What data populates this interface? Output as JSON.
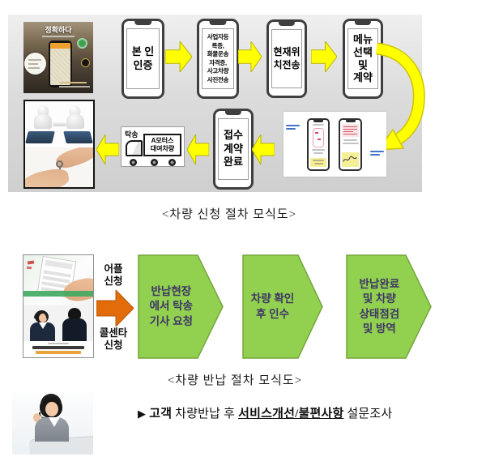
{
  "top_flow": {
    "caption": "<차량 신청 절차 모식도>",
    "poster_title": "정확하다",
    "steps": [
      {
        "lines": [
          "본 인",
          "인증"
        ]
      },
      {
        "lines": [
          "사업자등",
          "록증,",
          "화물운송",
          "자격증,",
          "사고차량",
          "사진전송"
        ]
      },
      {
        "lines": [
          "현재위",
          "치전송"
        ]
      },
      {
        "lines": [
          "메뉴",
          "선택",
          "및",
          "계약"
        ]
      },
      {
        "lines": [
          "접수",
          "계약",
          "완료"
        ]
      }
    ],
    "truck": {
      "tag": "탁송",
      "lines": [
        "A모터스",
        "대여차량"
      ]
    }
  },
  "return_flow": {
    "caption": "<차량 반납 절차 모식도>",
    "app_label": {
      "lines": [
        "어플",
        "신청"
      ]
    },
    "call_label": {
      "lines": [
        "콜센타",
        "신청"
      ]
    },
    "steps": [
      {
        "lines": [
          "반납현장",
          "에서 탁송",
          "기사 요청"
        ]
      },
      {
        "lines": [
          "차량 확인",
          "후 인수"
        ]
      },
      {
        "lines": [
          "반납완료",
          "및 차량",
          "상태점검",
          "및 방역"
        ]
      }
    ]
  },
  "survey": {
    "bullet": "▶",
    "segments": [
      {
        "text": "고객"
      },
      {
        "text": " 차량반납 후 "
      },
      {
        "text": "서비스개선/불편사항"
      },
      {
        "text": " 설문조사"
      }
    ]
  },
  "colors": {
    "arrow_yellow": "#ffff00",
    "arrow_green": "#92d050",
    "green_text": "#3e3666",
    "arrow_orange": "#e26b0a",
    "stage_gray": "#dcdcdc",
    "annotation_blue": "#4472c4"
  }
}
